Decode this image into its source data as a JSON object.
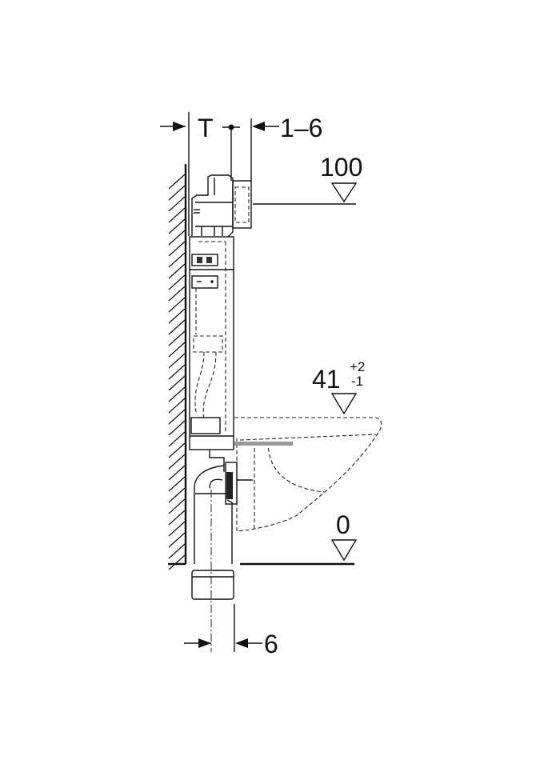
{
  "dimensions": {
    "depth_label": "T",
    "plate_offset_label": "1–6",
    "drain_offset_label": "6"
  },
  "levels": {
    "top_label": "100",
    "seat_label": "41",
    "seat_tol_plus": "+2",
    "seat_tol_minus": "-1",
    "floor_label": "0"
  }
}
